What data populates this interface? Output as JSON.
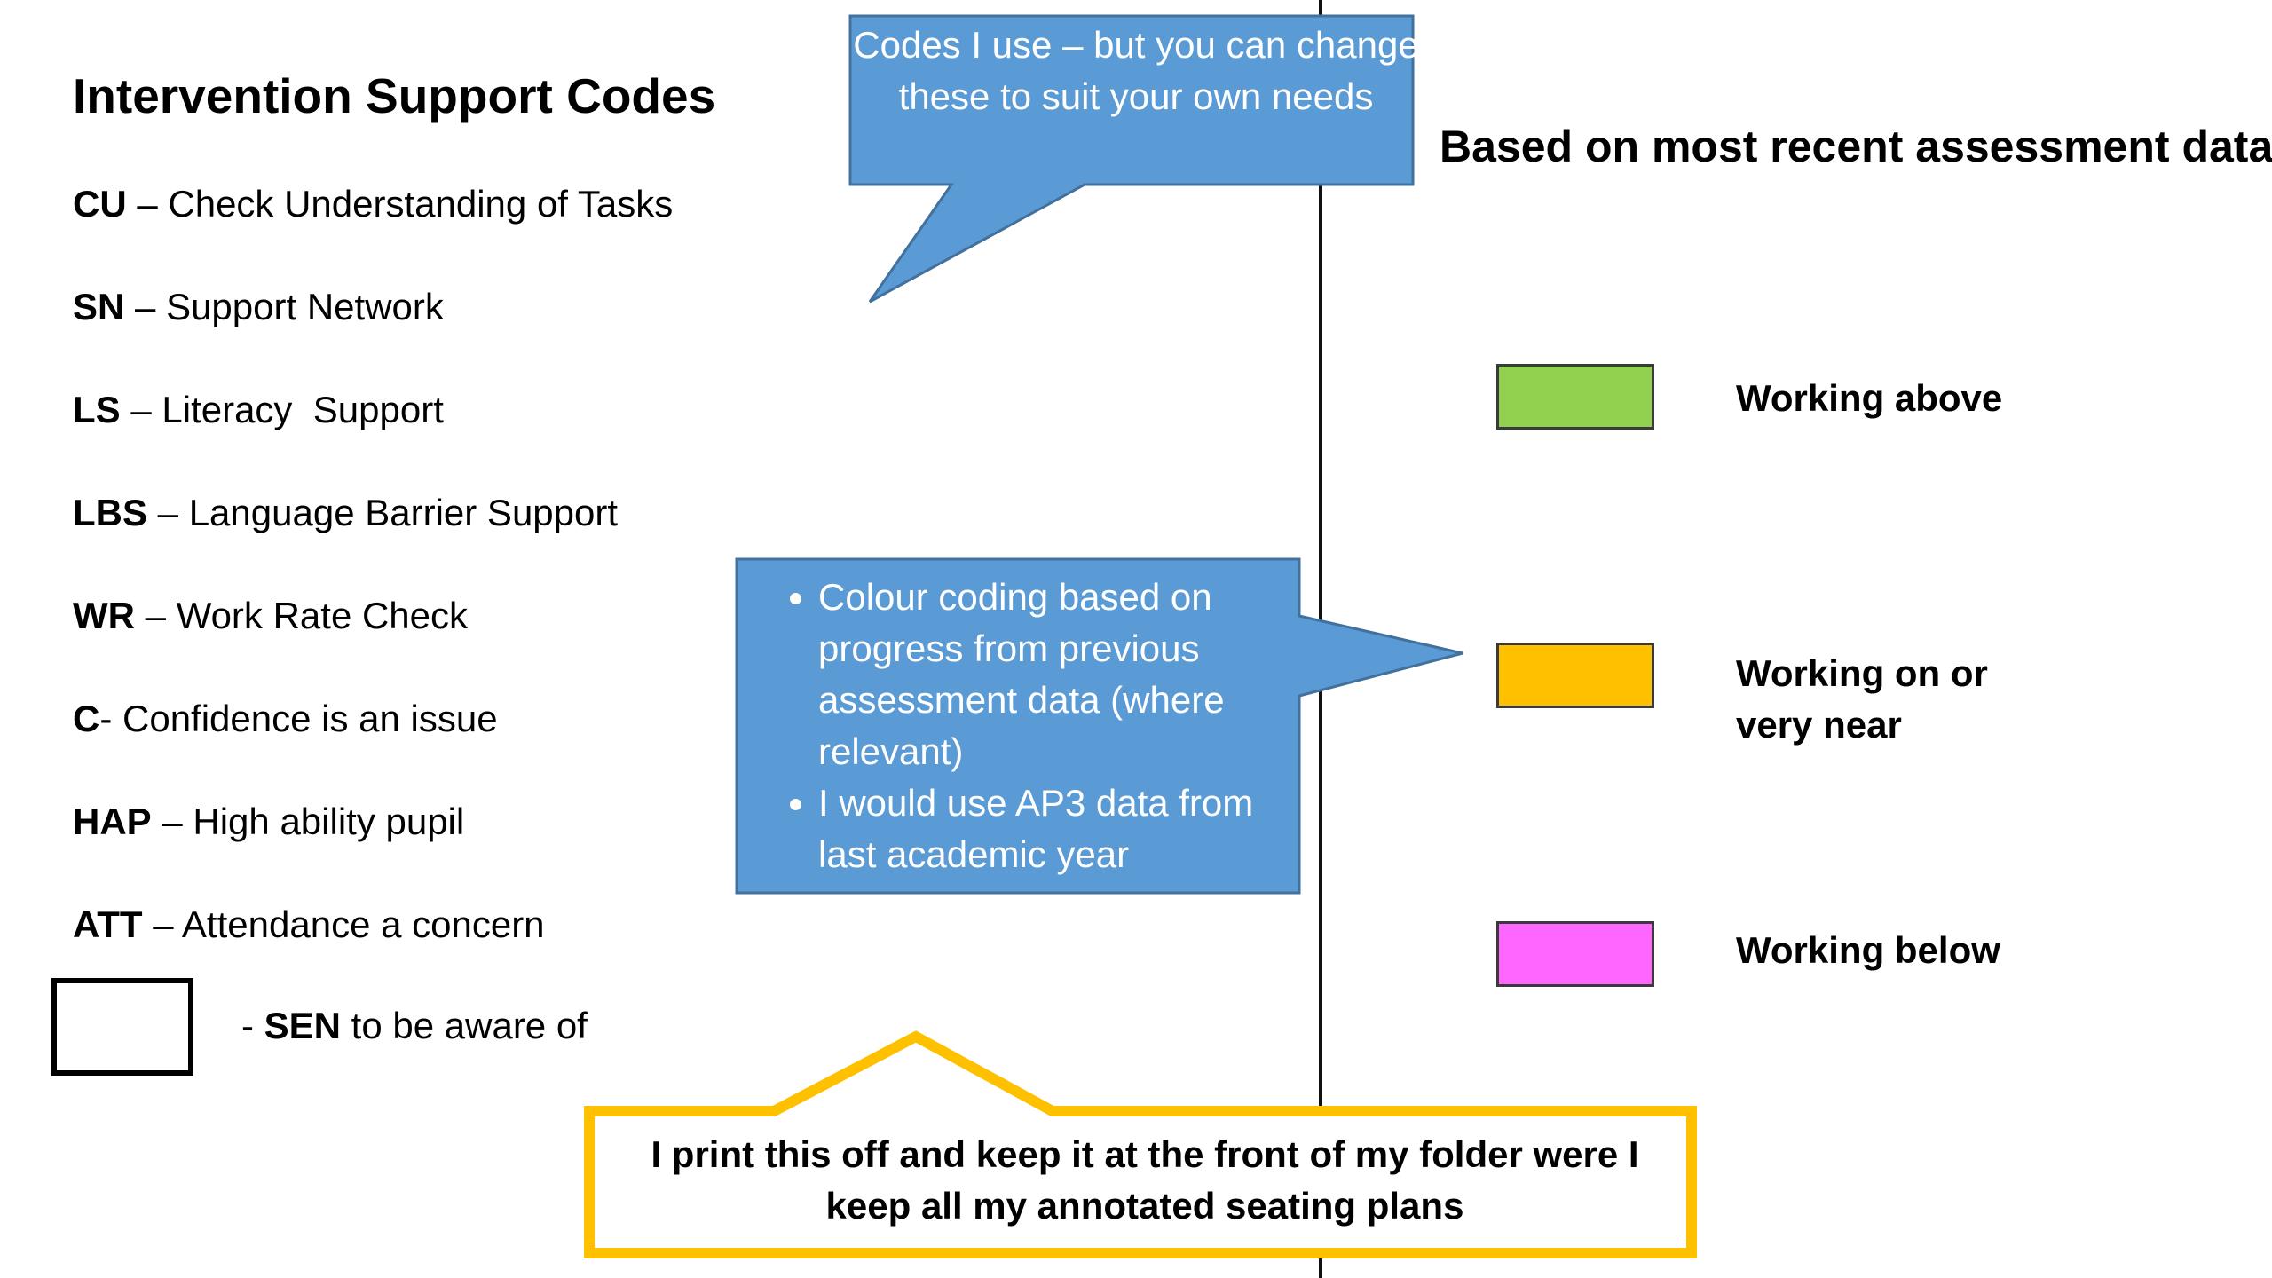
{
  "codes": {
    "title": "Intervention Support Codes",
    "items": [
      {
        "abbr": "CU",
        "sep": " – ",
        "desc": "Check Understanding of Tasks"
      },
      {
        "abbr": "SN",
        "sep": " – ",
        "desc": "Support Network"
      },
      {
        "abbr": "LS",
        "sep": " – ",
        "desc": "Literacy  Support"
      },
      {
        "abbr": "LBS",
        "sep": " – ",
        "desc": "Language Barrier Support"
      },
      {
        "abbr": "WR",
        "sep": " – ",
        "desc": "Work Rate Check"
      },
      {
        "abbr": "C",
        "sep": "- ",
        "desc": "Confidence is an issue"
      },
      {
        "abbr": "HAP",
        "sep": " – ",
        "desc": "High ability pupil"
      },
      {
        "abbr": "ATT",
        "sep": " – ",
        "desc": "Attendance a concern"
      }
    ],
    "sen": {
      "prefix": "- ",
      "abbr": "SEN",
      "desc": " to be aware of"
    }
  },
  "callouts": {
    "top": "Codes I use – but you can change these to suit your own needs",
    "middle": [
      "Colour coding based on progress from previous assessment data (where relevant)",
      "I would use AP3 data from last academic year"
    ],
    "bottom": "I print this off and keep it at the front of my folder were I keep all my annotated seating plans"
  },
  "legend": {
    "heading": "Based on most recent assessment data",
    "items": [
      {
        "label_line1": "Working above",
        "label_line2": "",
        "color": "#92d050"
      },
      {
        "label_line1": "Working on or",
        "label_line2": "very near",
        "color": "#ffc000"
      },
      {
        "label_line1": "Working below",
        "label_line2": "",
        "color": "#ff66ff"
      }
    ]
  },
  "colors": {
    "callout_fill": "#5b9bd5",
    "callout_border": "#41719c",
    "highlight_border": "#ffc000",
    "divider": "#111111"
  }
}
